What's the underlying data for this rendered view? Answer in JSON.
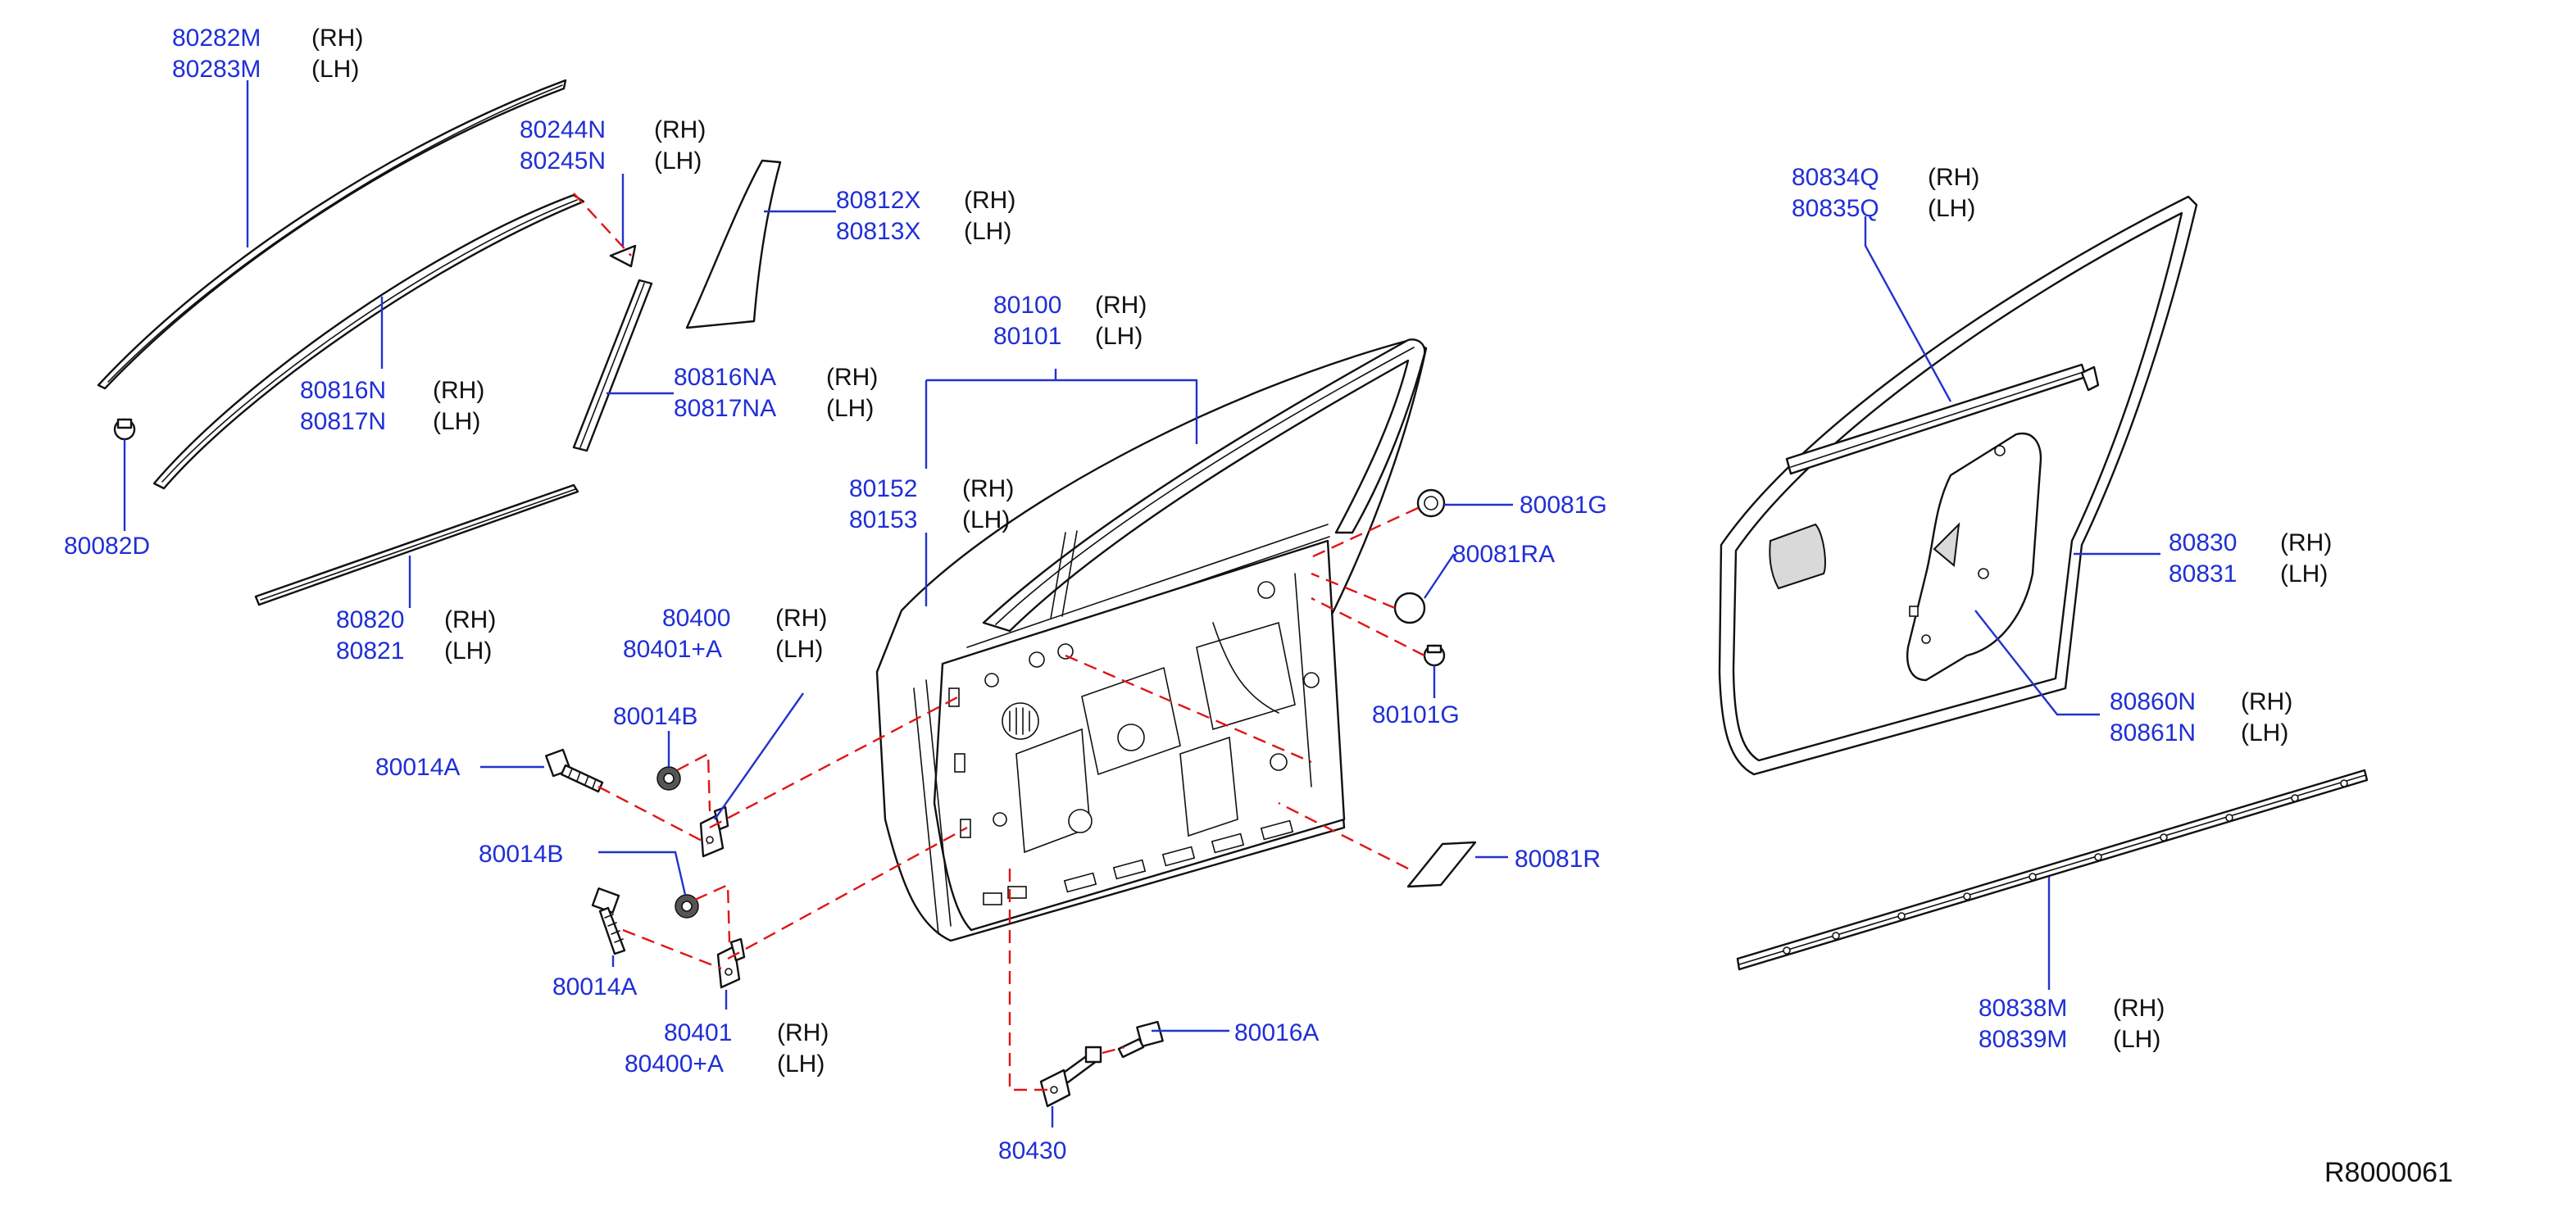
{
  "callouts": [
    {
      "id": "c1",
      "parts": [
        "80282M",
        "80283M"
      ],
      "sides": [
        "(RH)",
        "(LH)"
      ]
    },
    {
      "id": "c2",
      "parts": [
        "80244N",
        "80245N"
      ],
      "sides": [
        "(RH)",
        "(LH)"
      ]
    },
    {
      "id": "c3",
      "parts": [
        "80812X",
        "80813X"
      ],
      "sides": [
        "(RH)",
        "(LH)"
      ]
    },
    {
      "id": "c4",
      "parts": [
        "80816N",
        "80817N"
      ],
      "sides": [
        "(RH)",
        "(LH)"
      ]
    },
    {
      "id": "c5",
      "parts": [
        "80816NA",
        "80817NA"
      ],
      "sides": [
        "(RH)",
        "(LH)"
      ]
    },
    {
      "id": "c6",
      "parts": [
        "80082D"
      ],
      "sides": []
    },
    {
      "id": "c7",
      "parts": [
        "80820",
        "80821"
      ],
      "sides": [
        "(RH)",
        "(LH)"
      ]
    },
    {
      "id": "c8",
      "parts": [
        "80100",
        "80101"
      ],
      "sides": [
        "(RH)",
        "(LH)"
      ]
    },
    {
      "id": "c9",
      "parts": [
        "80152",
        "80153"
      ],
      "sides": [
        "(RH)",
        "(LH)"
      ]
    },
    {
      "id": "c10",
      "parts": [
        "80400",
        "80401+A"
      ],
      "sides": [
        "(RH)",
        "(LH)"
      ]
    },
    {
      "id": "c11",
      "parts": [
        "80014B"
      ],
      "sides": []
    },
    {
      "id": "c12",
      "parts": [
        "80014A"
      ],
      "sides": []
    },
    {
      "id": "c13",
      "parts": [
        "80014B"
      ],
      "sides": []
    },
    {
      "id": "c14",
      "parts": [
        "80014A"
      ],
      "sides": []
    },
    {
      "id": "c15",
      "parts": [
        "80401",
        "80400+A"
      ],
      "sides": [
        "(RH)",
        "(LH)"
      ]
    },
    {
      "id": "c16",
      "parts": [
        "80016A"
      ],
      "sides": []
    },
    {
      "id": "c17",
      "parts": [
        "80430"
      ],
      "sides": []
    },
    {
      "id": "c18",
      "parts": [
        "80081G"
      ],
      "sides": []
    },
    {
      "id": "c19",
      "parts": [
        "80081RA"
      ],
      "sides": []
    },
    {
      "id": "c20",
      "parts": [
        "80101G"
      ],
      "sides": []
    },
    {
      "id": "c21",
      "parts": [
        "80081R"
      ],
      "sides": []
    },
    {
      "id": "c22",
      "parts": [
        "80834Q",
        "80835Q"
      ],
      "sides": [
        "(RH)",
        "(LH)"
      ]
    },
    {
      "id": "c23",
      "parts": [
        "80830",
        "80831"
      ],
      "sides": [
        "(RH)",
        "(LH)"
      ]
    },
    {
      "id": "c24",
      "parts": [
        "80860N",
        "80861N"
      ],
      "sides": [
        "(RH)",
        "(LH)"
      ]
    },
    {
      "id": "c25",
      "parts": [
        "80838M",
        "80839M"
      ],
      "sides": [
        "(RH)",
        "(LH)"
      ]
    }
  ],
  "diagram_code": "R8000061"
}
